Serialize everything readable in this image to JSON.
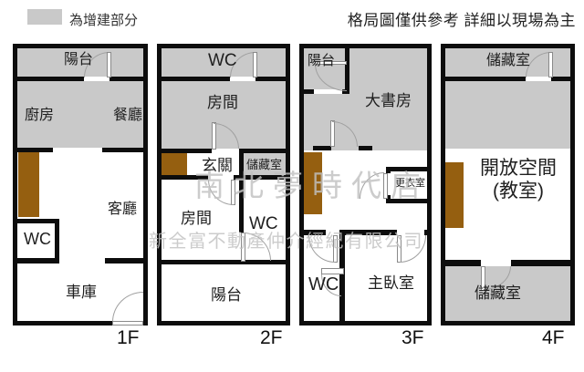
{
  "legend": {
    "label": "為增建部分",
    "swatch_color": "#c9c9c9"
  },
  "disclaimer": "格局圖僅供參考 詳細以現場為主",
  "watermarks": {
    "line1": "南北夢時代店",
    "line2": "新全富不動產仲介經紀有限公司"
  },
  "colors": {
    "wall": "#0d0d0d",
    "addition_gray": "#c9c9c9",
    "cabinet_brown": "#955f10",
    "door_arc": "#a0a0a0"
  },
  "floors": [
    {
      "label": "1F",
      "rooms": {
        "balcony": "陽台",
        "kitchen": "廚房",
        "dining": "餐廳",
        "living": "客廳",
        "wc": "WC",
        "garage": "車庫"
      }
    },
    {
      "label": "2F",
      "rooms": {
        "wc_top": "WC",
        "room_top": "房間",
        "entry": "玄關",
        "storage": "儲藏室",
        "room_bottom": "房間",
        "wc_bottom": "WC",
        "balcony": "陽台"
      }
    },
    {
      "label": "3F",
      "rooms": {
        "balcony": "陽台",
        "study": "大書房",
        "dressing": "更衣室",
        "wc": "WC",
        "master": "主臥室"
      }
    },
    {
      "label": "4F",
      "rooms": {
        "storage_top": "儲藏室",
        "open_space_line1": "開放空間",
        "open_space_line2": "(教室)",
        "storage_bottom": "儲藏室"
      }
    }
  ]
}
